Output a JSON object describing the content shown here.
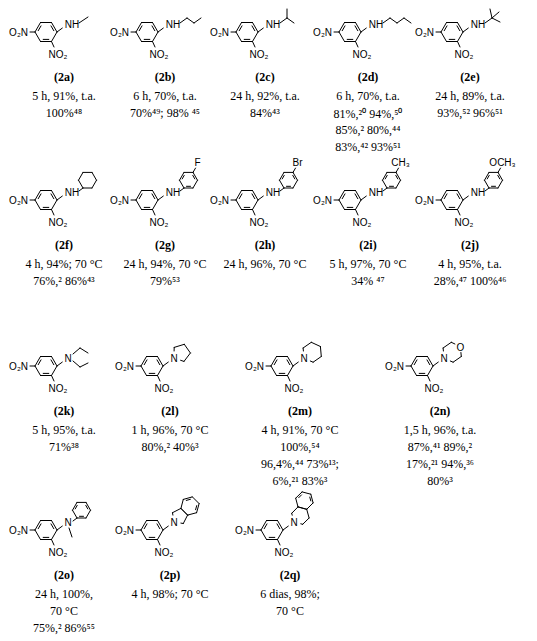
{
  "diagram": {
    "labels": [
      "O₂N",
      "NO₂",
      "NH",
      "(2a)",
      "5 h, 91%, t.a.",
      "100%⁴⁸",
      "O₂N",
      "NO₂",
      "NH",
      "(2b)",
      "6 h, 70%, t.a.",
      "70%⁴⁹; 98% ⁴⁵",
      "O₂N",
      "NO₂",
      "NH",
      "(2c)",
      "24 h, 92%, t.a.",
      "84%⁴³",
      "O₂N",
      "NO₂",
      "NH",
      "(2d)",
      "6 h, 70%, t.a.",
      "81%,²⁰ 94%,⁵⁰",
      "85%,² 80%,⁴⁴",
      "83%,⁴² 93%⁵¹",
      "O₂N",
      "NO₂",
      "NH",
      "(2e)",
      "24 h, 89%, t.a.",
      "93%,⁵² 96%⁵¹",
      "O₂N",
      "NO₂",
      "NH",
      "(2f)",
      "4 h, 94%; 70 °C",
      "76%,² 86%⁴³",
      "O₂N",
      "NO₂",
      "NH",
      "F",
      "(2g)",
      "24 h, 94%, 70 °C",
      "79%⁵³",
      "O₂N",
      "NO₂",
      "NH",
      "Br",
      "(2h)",
      "24 h, 96%, 70 °C",
      "O₂N",
      "NO₂",
      "NH",
      "CH₃",
      "(2i)",
      "5 h, 97%, 70 °C",
      "34% ⁴⁷",
      "O₂N",
      "NO₂",
      "NH",
      "OCH₃",
      "(2j)",
      "4 h, 95%, t.a.",
      "28%,⁴⁷ 100%⁴⁶",
      "O₂N",
      "NO₂",
      "N",
      "(2k)",
      "5 h, 95%, t.a.",
      "71%³⁸",
      "O₂N",
      "NO₂",
      "N",
      "(2l)",
      "1 h, 96%, 70 °C",
      "80%,² 40%³",
      "O₂N",
      "NO₂",
      "N",
      "(2m)",
      "4 h, 91%, 70 °C",
      "100%,⁵⁴",
      "96,4%,⁴⁴ 73%¹³;",
      "6%,²¹ 83%³",
      "O₂N",
      "NO₂",
      "N",
      "O",
      "(2n)",
      "1,5 h, 96%, t.a.",
      "87%,⁴¹ 89%,²",
      "17%,²¹ 94%,³⁶",
      "80%³",
      "O₂N",
      "NO₂",
      "N",
      "(2o)",
      "24 h, 100%,",
      "70 °C",
      "75%,² 86%⁵⁵",
      "O₂N",
      "NO₂",
      "N",
      "(2p)",
      "4 h, 98%; 70 °C",
      "O₂N",
      "NO₂",
      "N",
      "(2q)",
      "6 dias, 98%;",
      "70 °C"
    ]
  }
}
